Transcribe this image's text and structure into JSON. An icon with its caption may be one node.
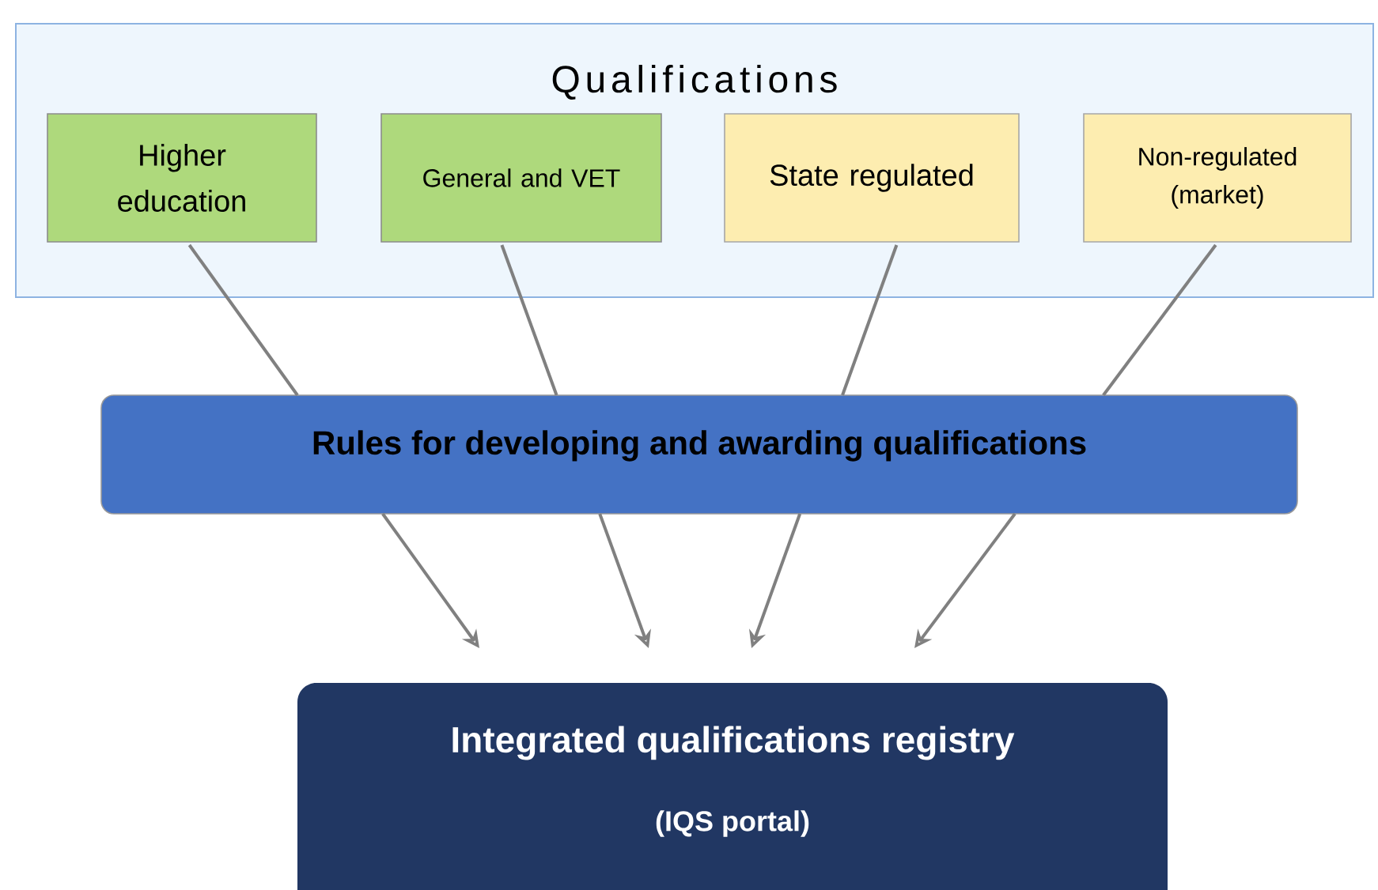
{
  "diagram": {
    "nodes": [
      {
        "text": [
          "Qualifications"
        ]
      },
      {
        "text": [
          "Higher education"
        ],
        "in": 0
      },
      {
        "text": [
          "General and VET"
        ],
        "in": 0
      },
      {
        "text": [
          "State regulated"
        ],
        "in": 0
      },
      {
        "text": [
          "Non-regulated (market)"
        ],
        "in": 0
      },
      {
        "text": [
          "Rules for developing and awarding qualifications"
        ]
      },
      {
        "text": [
          "Integrated qualifications registry",
          "(IQS portal)"
        ]
      }
    ],
    "edges": [
      {
        "from": 1,
        "to": 5,
        "arrow": "none"
      },
      {
        "from": 2,
        "to": 5,
        "arrow": "none"
      },
      {
        "from": 3,
        "to": 5,
        "arrow": "none"
      },
      {
        "from": 4,
        "to": 5,
        "arrow": "none"
      },
      {
        "from": 5,
        "to": 6,
        "arrow": "to"
      },
      {
        "from": 5,
        "to": 6,
        "arrow": "to"
      },
      {
        "from": 5,
        "to": 6,
        "arrow": "to"
      },
      {
        "from": 5,
        "to": 6,
        "arrow": "to"
      }
    ]
  }
}
